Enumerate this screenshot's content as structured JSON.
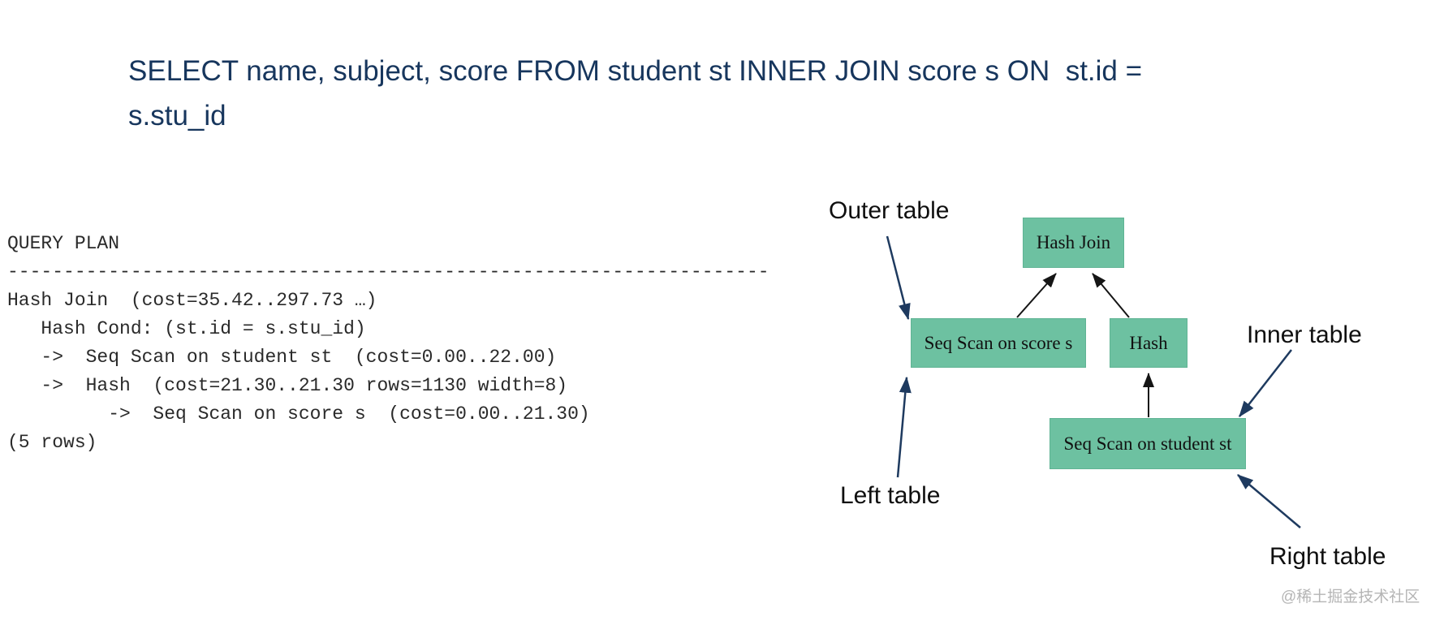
{
  "sql": {
    "lines": [
      "SELECT name, subject, score FROM student st INNER JOIN score s ON  st.id =",
      "s.stu_id"
    ]
  },
  "query_plan": {
    "lines": [
      "QUERY PLAN",
      "--------------------------------------------------------------------",
      "Hash Join  (cost=35.42..297.73 …)",
      "   Hash Cond: (st.id = s.stu_id)",
      "   ->  Seq Scan on student st  (cost=0.00..22.00)",
      "   ->  Hash  (cost=21.30..21.30 rows=1130 width=8)",
      "         ->  Seq Scan on score s  (cost=0.00..21.30)",
      "(5 rows)"
    ]
  },
  "diagram": {
    "nodes": [
      {
        "id": "hash-join",
        "label": "Hash Join"
      },
      {
        "id": "seq-scan-score",
        "label": "Seq Scan on score s"
      },
      {
        "id": "hash",
        "label": "Hash"
      },
      {
        "id": "seq-scan-student",
        "label": "Seq Scan on student st"
      }
    ],
    "annotations": [
      {
        "id": "outer-table",
        "text": "Outer table"
      },
      {
        "id": "inner-table",
        "text": "Inner table"
      },
      {
        "id": "left-table",
        "text": "Left table"
      },
      {
        "id": "right-table",
        "text": "Right table"
      }
    ],
    "colors": {
      "node_fill": "#6dc1a1",
      "node_border": "#60b494",
      "tree_arrow": "#151515",
      "annotation_arrow": "#1e3a5f"
    }
  },
  "heading_color": "#17365d",
  "watermark": {
    "text": "@稀土掘金技术社区",
    "color": "#b5b5b5"
  }
}
